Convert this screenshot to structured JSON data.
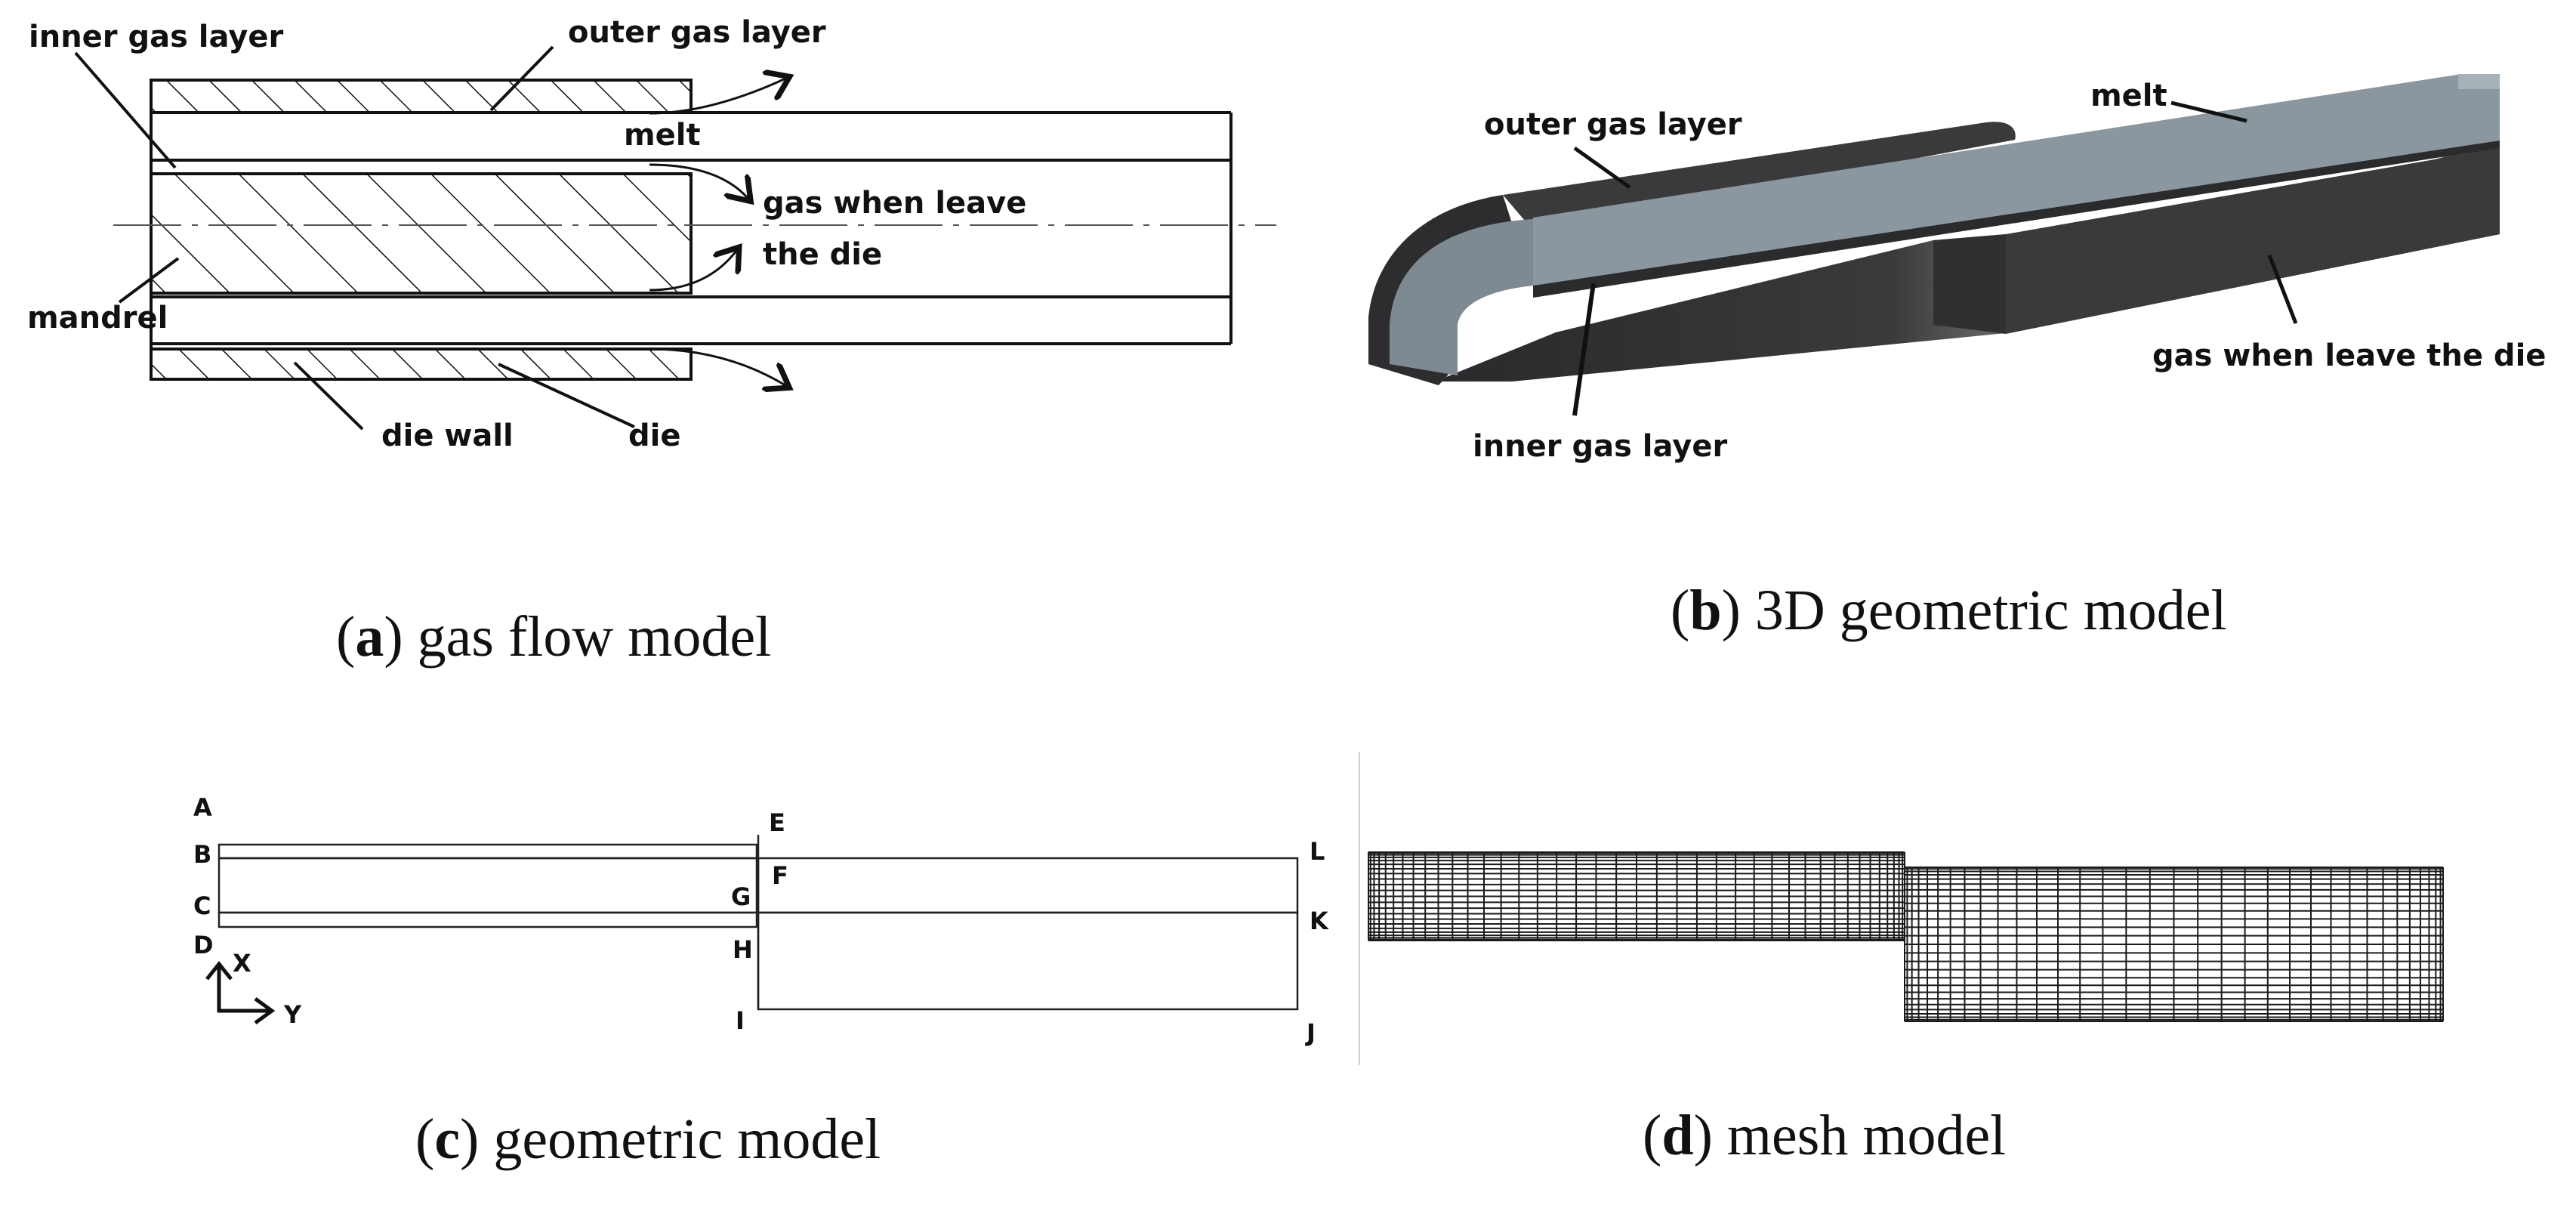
{
  "panel_a": {
    "labels": {
      "inner_gas_layer": "inner gas layer",
      "outer_gas_layer": "outer gas layer",
      "melt": "melt",
      "gas_when_leave": "gas when leave",
      "the_die": "the die",
      "mandrel": "mandrel",
      "die_wall": "die wall",
      "die": "die"
    },
    "caption": {
      "letter": "a",
      "text": "gas flow model"
    }
  },
  "panel_b": {
    "labels": {
      "outer_gas_layer": "outer gas layer",
      "melt": "melt",
      "gas_when_leave_the_die": "gas when leave the die",
      "inner_gas_layer": "inner gas layer"
    },
    "caption": {
      "letter": "b",
      "text": "3D geometric model"
    }
  },
  "panel_c": {
    "points": [
      "A",
      "B",
      "C",
      "D",
      "E",
      "F",
      "G",
      "H",
      "I",
      "J",
      "K",
      "L"
    ],
    "axes": {
      "x": "X",
      "y": "Y"
    },
    "caption": {
      "letter": "c",
      "text": "geometric model"
    }
  },
  "panel_d": {
    "caption": {
      "letter": "d",
      "text": "mesh model"
    }
  },
  "colors": {
    "ink": "#111111",
    "melt_surface": "#8a979f",
    "gas_dark": "#3c3c3e",
    "gas_darker": "#2b2b2d"
  }
}
